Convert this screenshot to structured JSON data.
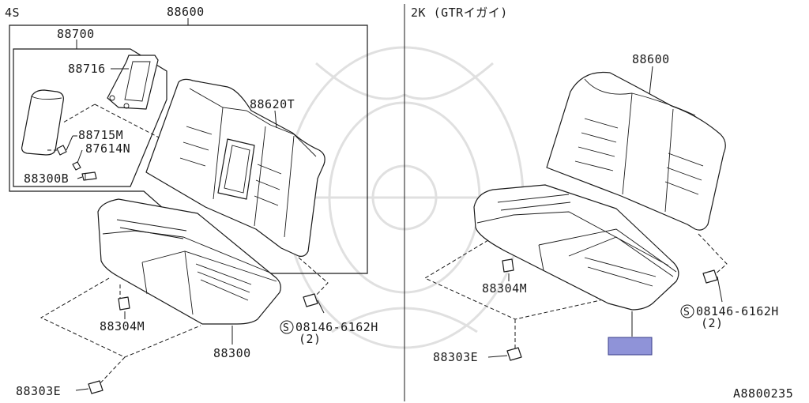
{
  "left_panel": {
    "variant_label": "4S",
    "callouts": {
      "p88600": "88600",
      "p88700": "88700",
      "p88716": "88716",
      "p88620T": "88620T",
      "p88715M": "88715M",
      "p87614N": "87614N",
      "p88300B": "88300B",
      "p88304M": "88304M",
      "p88300": "88300",
      "p88303E": "88303E",
      "bolt_symbol": "S",
      "bolt_part": "08146-6162H",
      "bolt_qty": "(2)"
    }
  },
  "right_panel": {
    "variant_label": "2K (GTRイガイ)",
    "callouts": {
      "p88600": "88600",
      "p88304M": "88304M",
      "p88303E": "88303E",
      "bolt_symbol": "S",
      "bolt_part": "08146-6162H",
      "bolt_qty": "(2)"
    },
    "highlight_color": "#8f93d8"
  },
  "diagram_code": "A8800235"
}
